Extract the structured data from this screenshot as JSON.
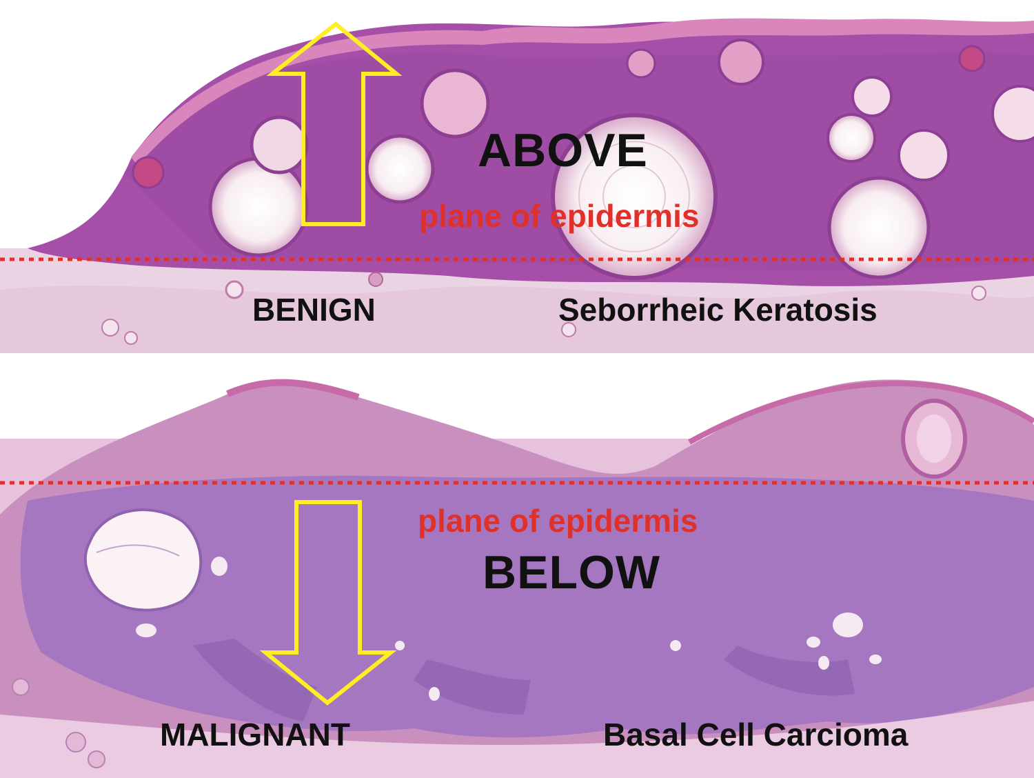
{
  "top_panel": {
    "position_word": "ABOVE",
    "plane_label": "plane of epidermis",
    "classification": "BENIGN",
    "diagnosis": "Seborrheic Keratosis"
  },
  "bottom_panel": {
    "position_word": "BELOW",
    "plane_label": "plane of epidermis",
    "classification": "MALIGNANT",
    "diagnosis": "Basal Cell Carcioma"
  },
  "colors": {
    "arrow": "#ffee22",
    "plane_line": "#e0302a",
    "tissue_purple": "#a54fa8",
    "tissue_pink": "#e7b9d6"
  }
}
